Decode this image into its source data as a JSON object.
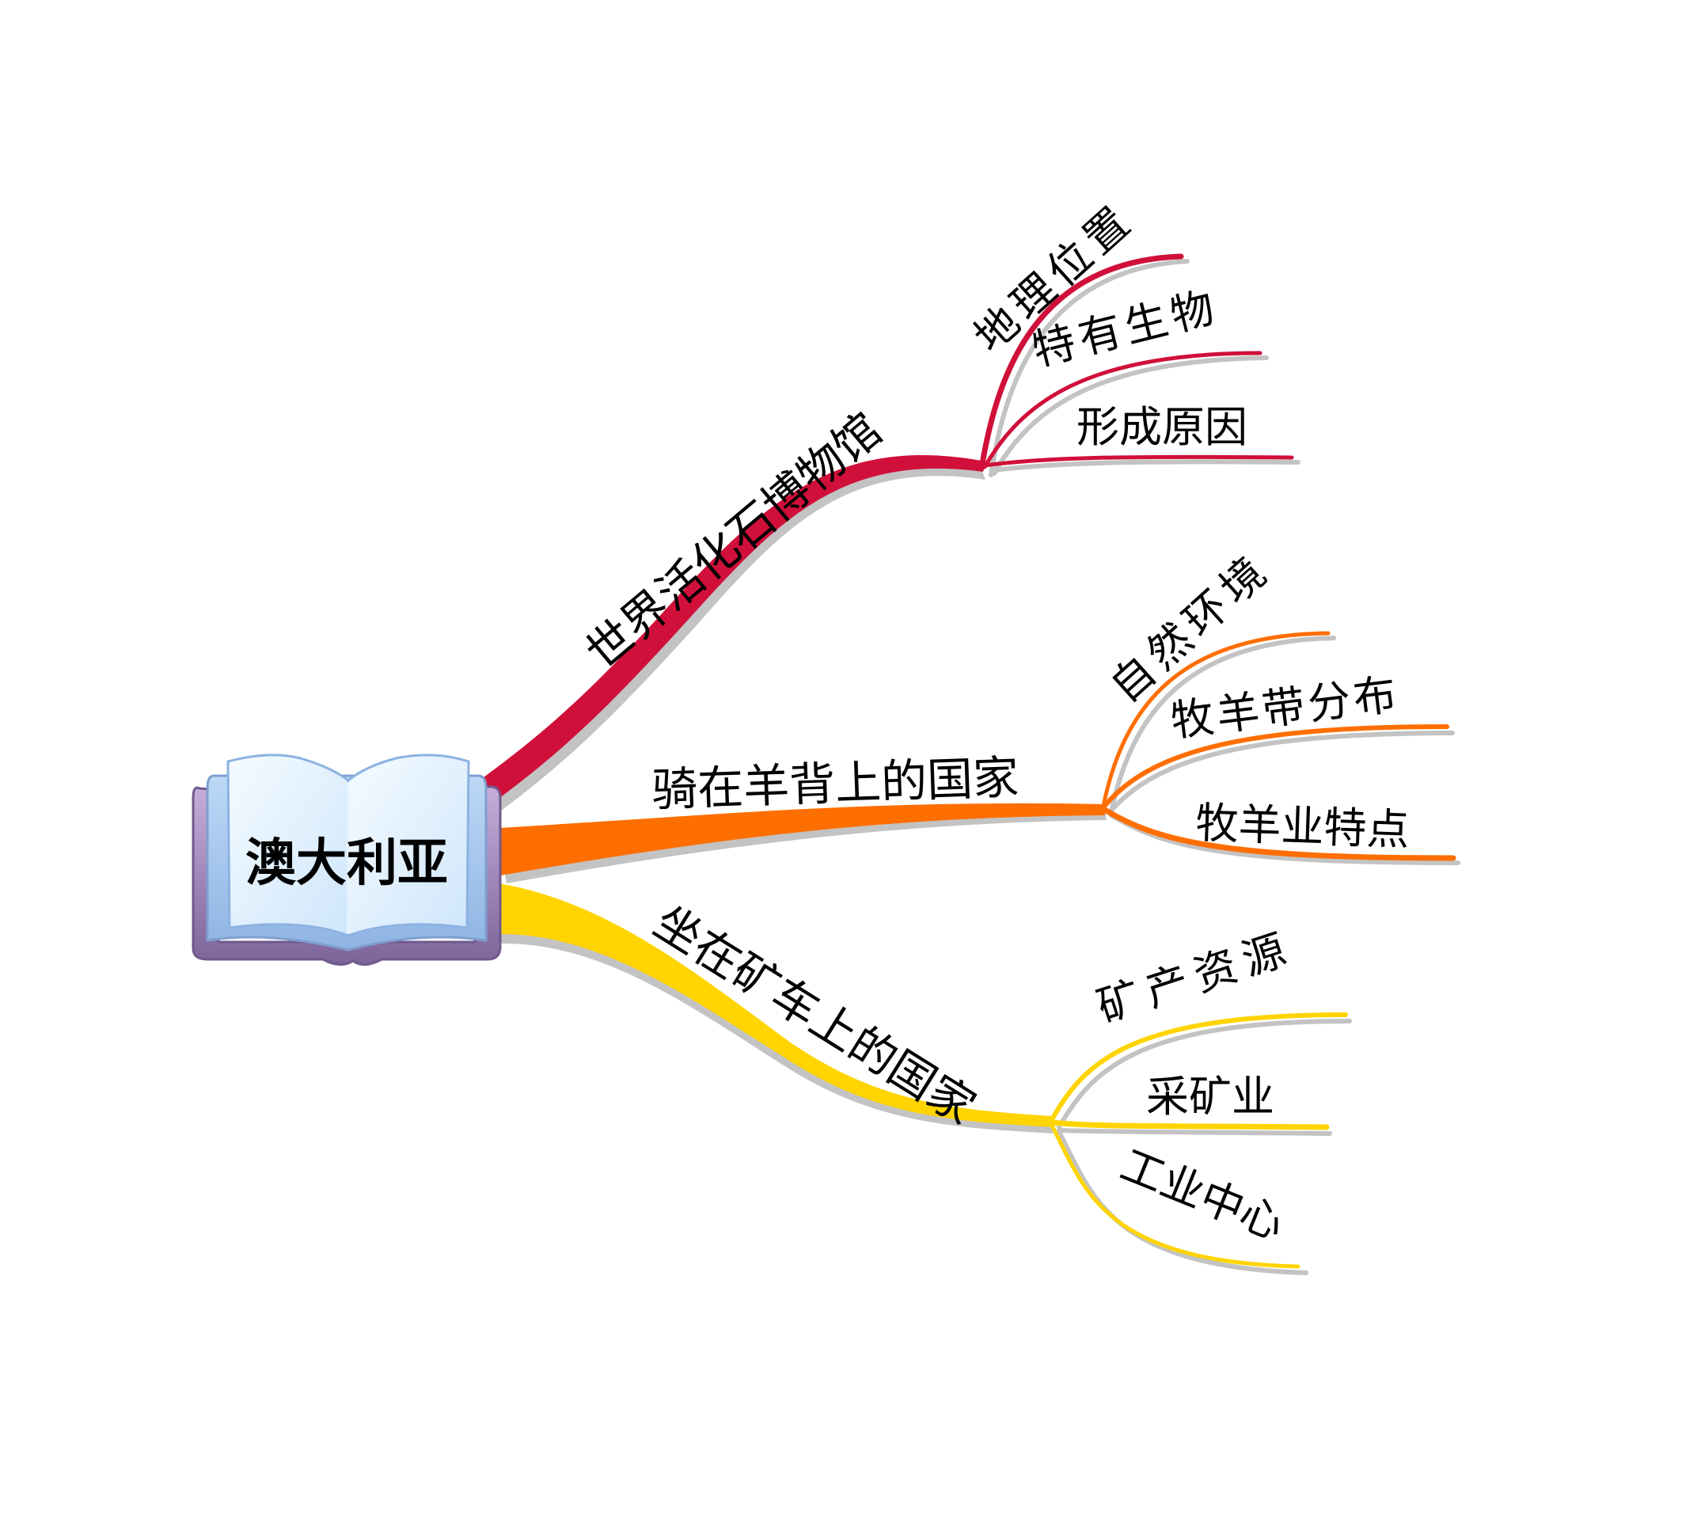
{
  "central_topic": {
    "label": "澳大利亚",
    "icon": "open-book-icon",
    "colors": {
      "cover": "#8e77ad",
      "page": "#dceefc",
      "edge": "#9dbfe8"
    }
  },
  "branches": [
    {
      "label": "世界活化石博物馆",
      "color": "#D0103A",
      "children": [
        {
          "label": "地理位置"
        },
        {
          "label": "特有生物"
        },
        {
          "label": "形成原因"
        }
      ]
    },
    {
      "label": "骑在羊背上的国家",
      "color": "#FF6E00",
      "children": [
        {
          "label": "自然环境"
        },
        {
          "label": "牧羊带分布"
        },
        {
          "label": "牧羊业特点"
        }
      ]
    },
    {
      "label": "坐在矿车上的国家",
      "color": "#FFD400",
      "children": [
        {
          "label": "矿产资源"
        },
        {
          "label": "采矿业"
        },
        {
          "label": "工业中心"
        }
      ]
    }
  ]
}
